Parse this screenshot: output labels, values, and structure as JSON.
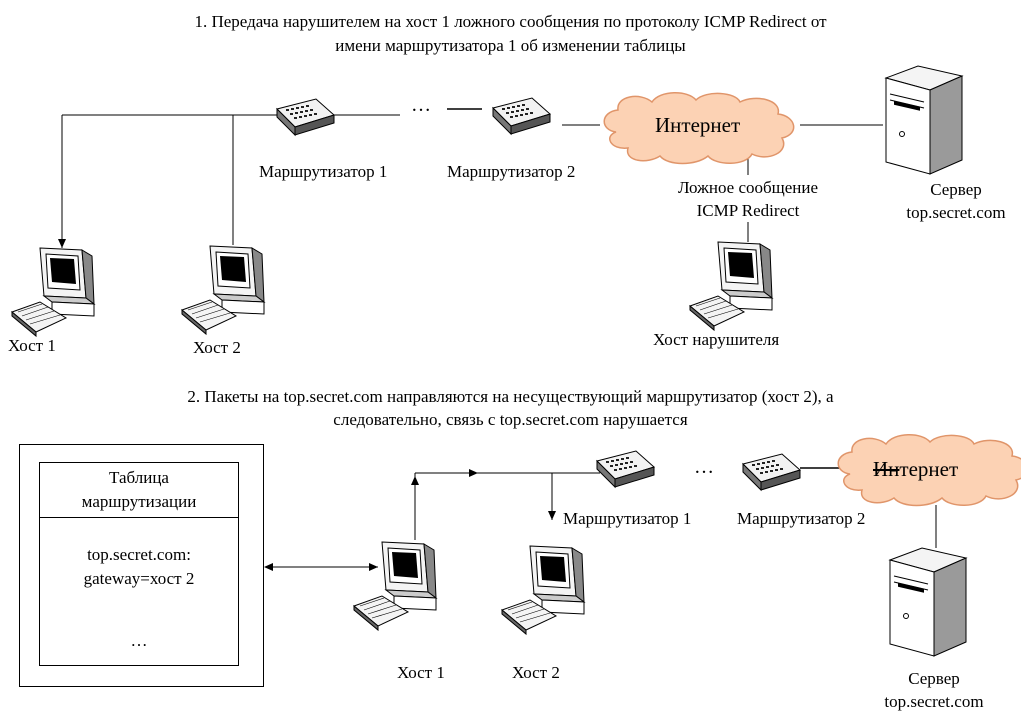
{
  "section1": {
    "caption_line1": "1. Передача нарушителем на хост 1 ложного сообщения по протоколу ICMP Redirect от",
    "caption_line2": "имени маршрутизатора 1 об изменении таблицы",
    "ellipsis": "…",
    "router1_label": "Маршрутизатор 1",
    "router2_label": "Маршрутизатор 2",
    "internet_label": "Интернет",
    "fake_msg_line1": "Ложное сообщение",
    "fake_msg_line2": "ICMP Redirect",
    "server_label_line1": "Сервер",
    "server_label_line2": "top.secret.com",
    "host1_label": "Хост 1",
    "host2_label": "Хост 2",
    "attacker_label": "Хост нарушителя"
  },
  "section2": {
    "caption_line1": "2. Пакеты на top.secret.com направляются на несуществующий маршрутизатор (хост 2), а",
    "caption_line2": "следовательно, связь с top.secret.com нарушается",
    "table_title_line1": "Таблица",
    "table_title_line2": "маршрутизации",
    "table_entry_line1": "top.secret.com:",
    "table_entry_line2": "gateway=хост 2",
    "table_more": "…",
    "ellipsis": "…",
    "router1_label": "Маршрутизатор  1",
    "router2_label": "Маршрутизатор 2",
    "internet_label_struck": "Ин",
    "internet_label_rest": "тернет",
    "host1_label": "Хост 1",
    "host2_label": "Хост 2",
    "server_label_line1": "Сервер",
    "server_label_line2": "top.secret.com"
  },
  "colors": {
    "cloud_fill": "#fcd2b4",
    "cloud_stroke": "#e0956a",
    "line": "#000000"
  },
  "icons": [
    "router-icon",
    "cloud-icon",
    "server-icon",
    "computer-icon"
  ]
}
